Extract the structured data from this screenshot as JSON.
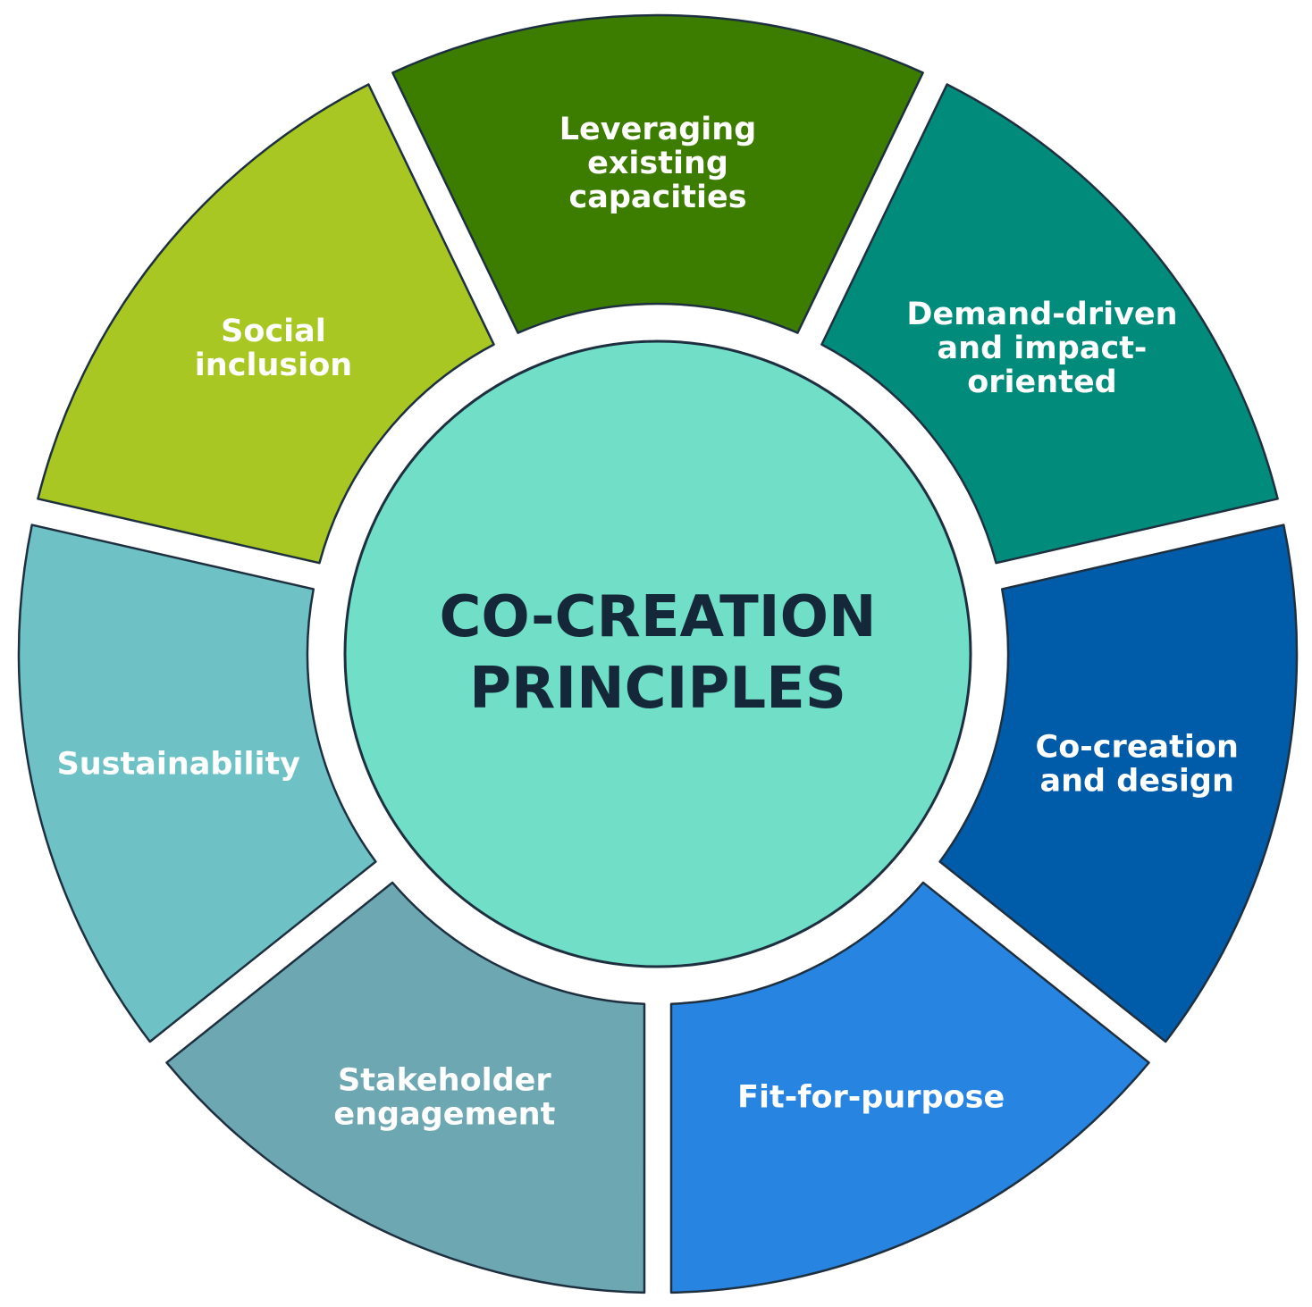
{
  "center": {
    "title_lines": [
      "CO-CREATION",
      "PRINCIPLES"
    ],
    "fill": "#71dfc7"
  },
  "segments": [
    {
      "id": "leveraging",
      "lines": [
        "Leveraging",
        "existing",
        "capacities"
      ],
      "fill": "#3c7d00"
    },
    {
      "id": "demand-driven",
      "lines": [
        "Demand-driven",
        "and impact-",
        "oriented"
      ],
      "fill": "#008b7b"
    },
    {
      "id": "co-creation-design",
      "lines": [
        "Co-creation",
        "and design"
      ],
      "fill": "#005ca9"
    },
    {
      "id": "fit-for-purpose",
      "lines": [
        "Fit-for-purpose"
      ],
      "fill": "#2784e1"
    },
    {
      "id": "stakeholder",
      "lines": [
        "Stakeholder",
        "engagement"
      ],
      "fill": "#6da7b2"
    },
    {
      "id": "sustainability",
      "lines": [
        "Sustainability"
      ],
      "fill": "#6ec2c5"
    },
    {
      "id": "social-inclusion",
      "lines": [
        "Social",
        "inclusion"
      ],
      "fill": "#a8c722"
    }
  ]
}
